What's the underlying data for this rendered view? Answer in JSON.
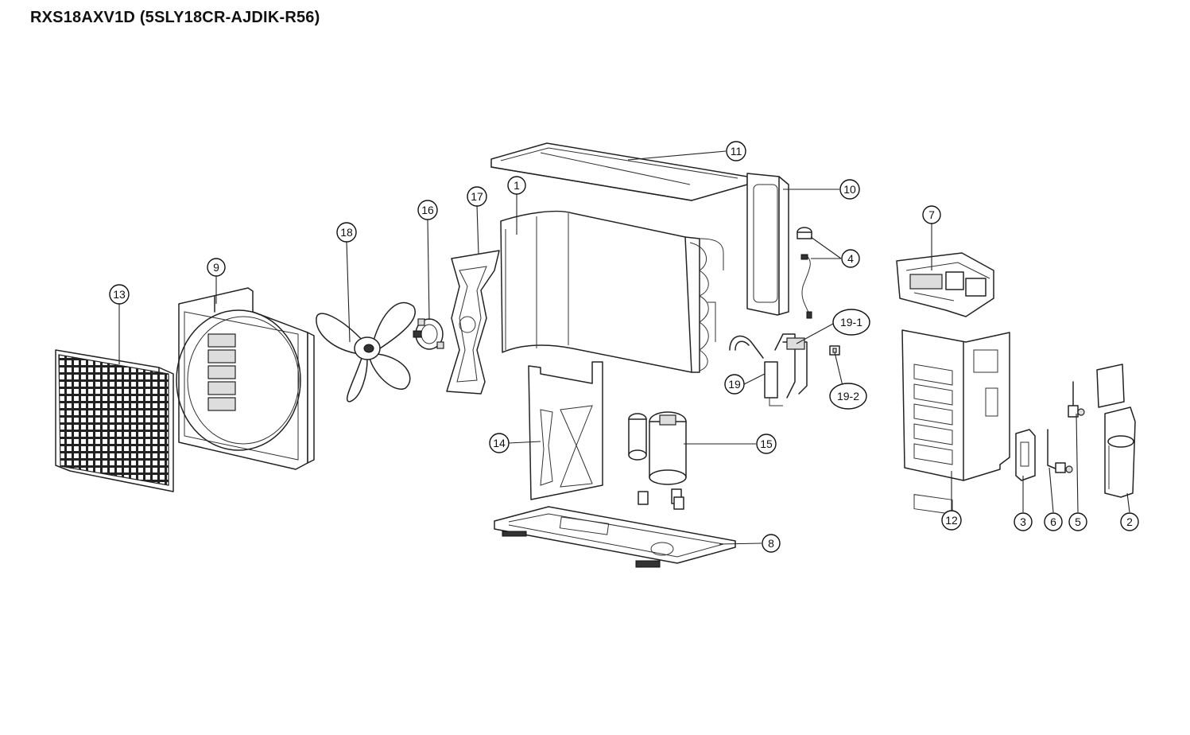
{
  "title": "RXS18AXV1D (5SLY18CR-AJDIK-R56)",
  "parts": {
    "p1": "1",
    "p2": "2",
    "p3": "3",
    "p4": "4",
    "p5": "5",
    "p6": "6",
    "p7": "7",
    "p8": "8",
    "p9": "9",
    "p10": "10",
    "p11": "11",
    "p12": "12",
    "p13": "13",
    "p14": "14",
    "p15": "15",
    "p16": "16",
    "p17": "17",
    "p18": "18",
    "p19": "19",
    "p19_1": "19-1",
    "p19_2": "19-2"
  }
}
